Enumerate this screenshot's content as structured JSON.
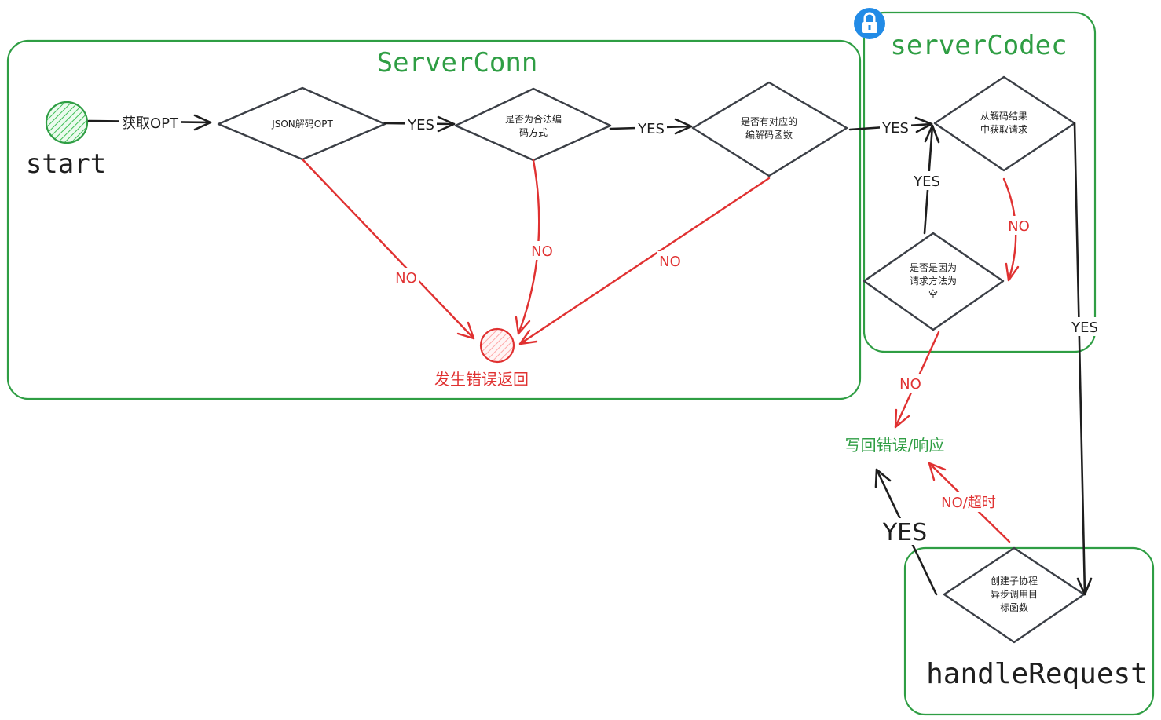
{
  "colors": {
    "green": "#2f9e44",
    "red": "#e03131",
    "black": "#1e1e1e",
    "lock_blue": "#228be6"
  },
  "frames": {
    "server_conn": "ServerConn",
    "server_codec": "serverCodec",
    "handle_request": "handleRequest"
  },
  "nodes": {
    "start": "start",
    "json_decode": "JSON解码OPT",
    "valid_codec_l1": "是否为合法编",
    "valid_codec_l2": "码方式",
    "has_codec_fn_l1": "是否有对应的",
    "has_codec_fn_l2": "编解码函数",
    "get_request_l1": "从解码结果",
    "get_request_l2": "中获取请求",
    "empty_method_l1": "是否是因为",
    "empty_method_l2": "请求方法为",
    "empty_method_l3": "空",
    "goroutine_l1": "创建子协程",
    "goroutine_l2": "异步调用目",
    "goroutine_l3": "标函数",
    "error_return": "发生错误返回",
    "write_back": "写回错误/响应"
  },
  "edges": {
    "get_opt": "获取OPT",
    "yes1": "YES",
    "yes2": "YES",
    "yes3": "YES",
    "yes_up": "YES",
    "yes_right": "YES",
    "yes_big": "YES",
    "no1": "NO",
    "no2": "NO",
    "no3": "NO",
    "no4": "NO",
    "no5": "NO",
    "no_timeout": "NO/超时"
  },
  "icons": {
    "lock": "lock-icon"
  }
}
